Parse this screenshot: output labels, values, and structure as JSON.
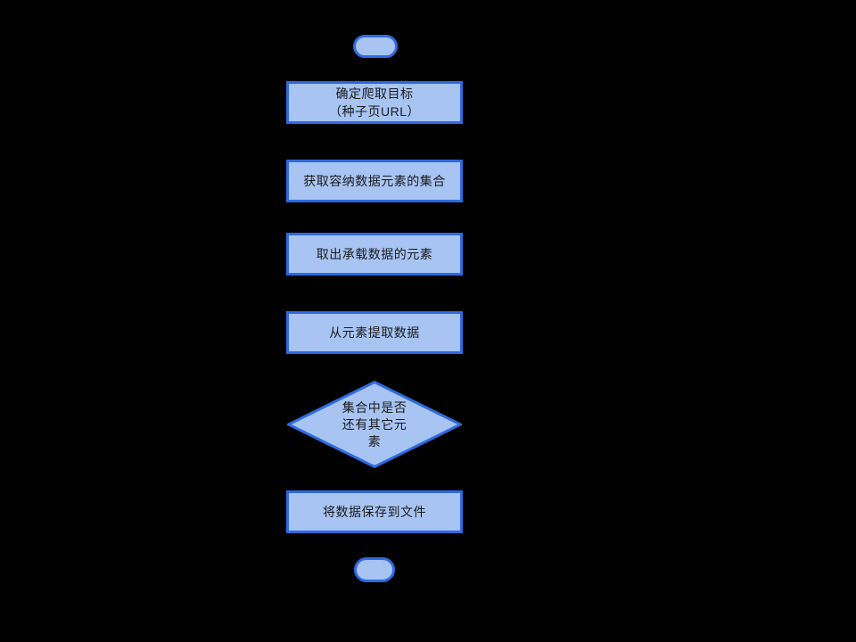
{
  "diagram": {
    "type": "flowchart",
    "theme": {
      "background_color": "#000000",
      "node_fill_color": "#A7C4F3",
      "node_border_color": "#2E6ADF",
      "text_color": "#1A1A1A",
      "connector_color": "#000000"
    },
    "nodes": [
      {
        "id": "start",
        "role": "terminator",
        "lines": []
      },
      {
        "id": "step1",
        "role": "process",
        "lines": [
          "确定爬取目标",
          "（种子页URL）"
        ]
      },
      {
        "id": "step2",
        "role": "process",
        "lines": [
          "获取容纳数据元素的集合"
        ]
      },
      {
        "id": "step3",
        "role": "process",
        "lines": [
          "取出承载数据的元素"
        ]
      },
      {
        "id": "step4",
        "role": "process",
        "lines": [
          "从元素提取数据"
        ]
      },
      {
        "id": "decision1",
        "role": "decision",
        "lines": [
          "集合中是否",
          "还有其它元",
          "素"
        ]
      },
      {
        "id": "step5",
        "role": "process",
        "lines": [
          "将数据保存到文件"
        ]
      },
      {
        "id": "end",
        "role": "terminator",
        "lines": []
      }
    ],
    "connectors": [
      {
        "from": "start",
        "to": "step1"
      },
      {
        "from": "step1",
        "to": "step2"
      },
      {
        "from": "step2",
        "to": "step3"
      },
      {
        "from": "step3",
        "to": "step4"
      },
      {
        "from": "step4",
        "to": "decision1"
      },
      {
        "from": "decision1",
        "to": "step5"
      },
      {
        "from": "decision1",
        "to": "step4",
        "note": "loop-back-right-side"
      },
      {
        "from": "step5",
        "to": "end"
      }
    ]
  }
}
